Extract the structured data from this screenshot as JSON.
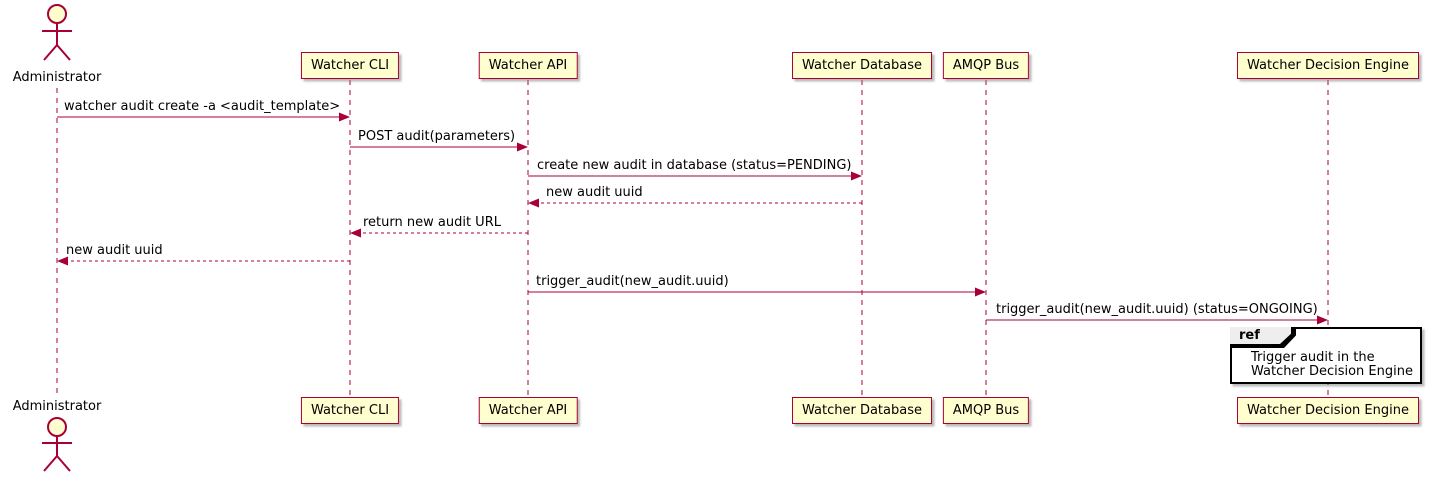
{
  "diagram": {
    "type": "uml-sequence",
    "actor": {
      "name": "Administrator"
    },
    "participants": [
      {
        "name": "Watcher CLI"
      },
      {
        "name": "Watcher API"
      },
      {
        "name": "Watcher Database"
      },
      {
        "name": "AMQP Bus"
      },
      {
        "name": "Watcher Decision Engine"
      }
    ],
    "messages": [
      {
        "from": "Administrator",
        "to": "Watcher CLI",
        "label": "watcher audit create -a <audit_template>",
        "line": "solid"
      },
      {
        "from": "Watcher CLI",
        "to": "Watcher API",
        "label": "POST audit(parameters)",
        "line": "solid"
      },
      {
        "from": "Watcher API",
        "to": "Watcher Database",
        "label": "create new audit in database (status=PENDING)",
        "line": "solid"
      },
      {
        "from": "Watcher Database",
        "to": "Watcher API",
        "label": "new audit uuid",
        "line": "dashed"
      },
      {
        "from": "Watcher API",
        "to": "Watcher CLI",
        "label": "return new audit URL",
        "line": "dashed"
      },
      {
        "from": "Watcher CLI",
        "to": "Administrator",
        "label": "new audit uuid",
        "line": "dashed"
      },
      {
        "from": "Watcher API",
        "to": "AMQP Bus",
        "label": "trigger_audit(new_audit.uuid)",
        "line": "solid"
      },
      {
        "from": "AMQP Bus",
        "to": "Watcher Decision Engine",
        "label": "trigger_audit(new_audit.uuid) (status=ONGOING)",
        "line": "solid"
      }
    ],
    "ref": {
      "keyword": "ref",
      "lines": [
        "Trigger audit in the",
        "Watcher Decision Engine"
      ]
    },
    "colors": {
      "stroke": "#A80036",
      "participant_fill": "#FEFECE",
      "ref_tab_fill": "#EEEEEE",
      "ref_border": "#000000",
      "background": "#FFFFFF"
    }
  }
}
